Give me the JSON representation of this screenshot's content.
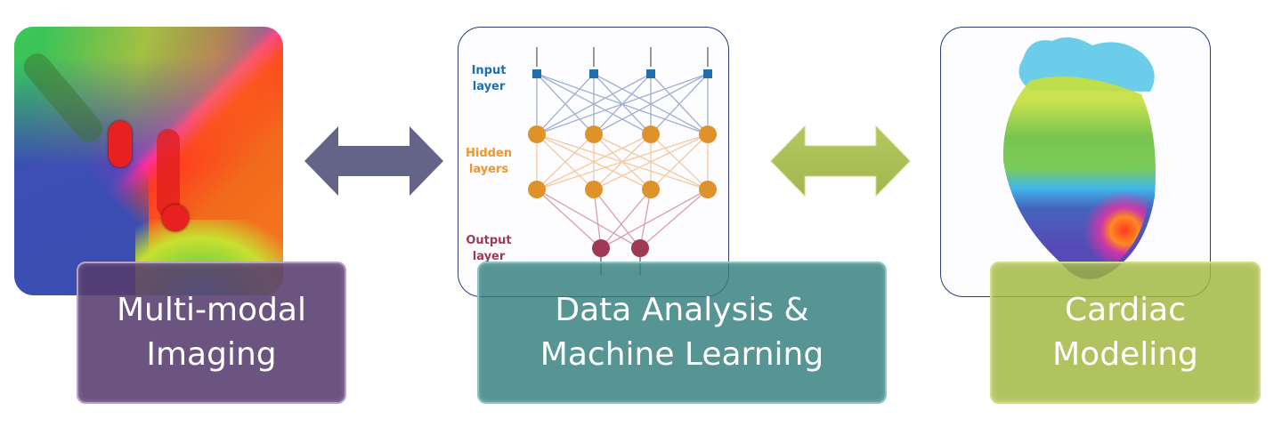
{
  "panels": [
    {
      "id": "imaging",
      "label_lines": [
        "Multi-modal",
        "Imaging"
      ],
      "box_color": "#5c3f70",
      "image": "activation-map-image"
    },
    {
      "id": "ml",
      "label_lines": [
        "Data Analysis &",
        "Machine Learning"
      ],
      "box_color": "#3a8585",
      "image": "neural-network-diagram"
    },
    {
      "id": "cardiac",
      "label_lines": [
        "Cardiac",
        "Modeling"
      ],
      "box_color": "#a5bb48",
      "image": "heart-model-image"
    }
  ],
  "arrows": [
    {
      "id": "imaging-ml",
      "direction": "bidirectional",
      "color": "#636487"
    },
    {
      "id": "ml-cardiac",
      "direction": "bidirectional",
      "color": "#a6bb55"
    }
  ],
  "neural_network": {
    "input_label": [
      "Input",
      "layer"
    ],
    "hidden_label": [
      "Hidden",
      "layers"
    ],
    "output_label": [
      "Output",
      "layer"
    ],
    "input_nodes": 4,
    "hidden_layers": [
      4,
      4
    ],
    "output_nodes": 2,
    "colors": {
      "input": "#1f6fb0",
      "hidden": "#e0922a",
      "output": "#9e3a55"
    }
  }
}
